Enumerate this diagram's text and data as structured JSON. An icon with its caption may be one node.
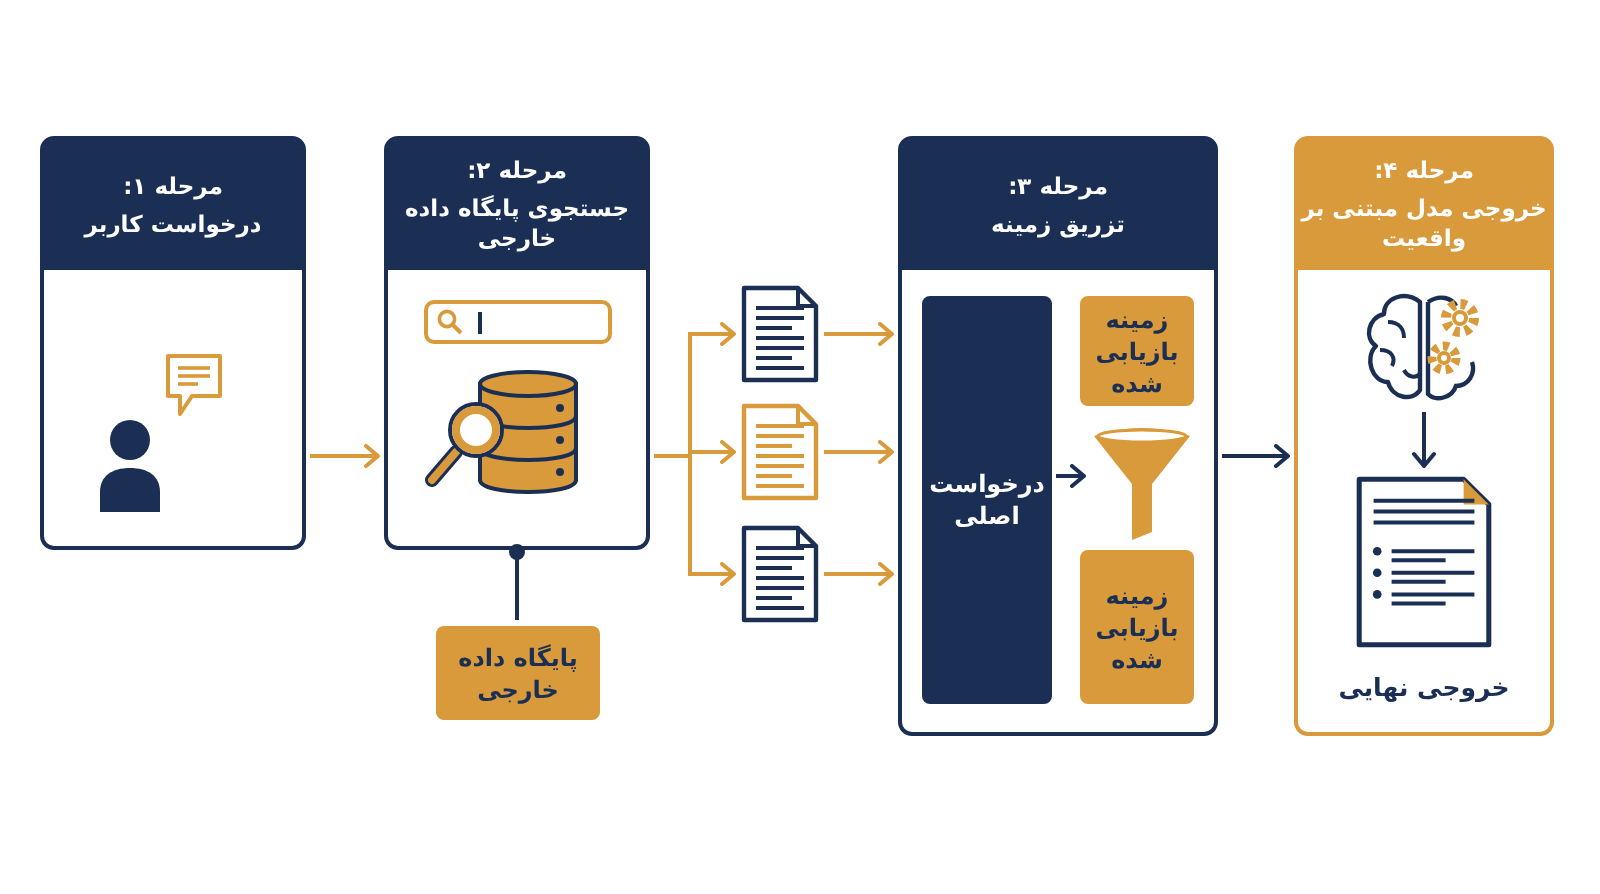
{
  "diagram": {
    "nodes": [
      {
        "text": [
          "مرحله ۱:",
          "درخواست کاربر"
        ]
      },
      {
        "text": [
          "مرحله ۲:",
          "جستجوی پایگاه داده خارجی"
        ]
      },
      {
        "text": [
          "پایگاه داده خارجی"
        ]
      },
      {
        "text": [],
        "shape": "document"
      },
      {
        "text": [],
        "shape": "document"
      },
      {
        "text": [],
        "shape": "document"
      },
      {
        "text": [
          "مرحله ۳:",
          "تزریق زمینه"
        ]
      },
      {
        "text": [
          "درخواست اصلی"
        ],
        "in": 6
      },
      {
        "text": [
          "زمینه بازیابی شده"
        ],
        "in": 6
      },
      {
        "text": [],
        "shape": "funnel",
        "in": 6
      },
      {
        "text": [
          "زمینه بازیابی شده"
        ],
        "in": 6
      },
      {
        "text": [
          "مرحله ۴:",
          "خروجی مدل مبتنی بر واقعیت"
        ]
      },
      {
        "text": [],
        "shape": "brain",
        "in": 11
      },
      {
        "text": [
          "خروجی نهایی"
        ],
        "in": 11
      }
    ],
    "edges": [
      {
        "from": 0,
        "to": 1,
        "arrow": "to"
      },
      {
        "from": 1,
        "to": 2,
        "arrow": "other",
        "color": "#1b2f55"
      },
      {
        "from": 1,
        "to": 3,
        "arrow": "to"
      },
      {
        "from": 1,
        "to": 4,
        "arrow": "to"
      },
      {
        "from": 1,
        "to": 5,
        "arrow": "to"
      },
      {
        "from": 3,
        "to": 6,
        "arrow": "to"
      },
      {
        "from": 4,
        "to": 6,
        "arrow": "to"
      },
      {
        "from": 5,
        "to": 6,
        "arrow": "to"
      },
      {
        "from": 7,
        "to": 9,
        "arrow": "to",
        "color": "#1b2f55"
      },
      {
        "from": 6,
        "to": 11,
        "arrow": "to",
        "color": "#1b2f55"
      },
      {
        "from": 12,
        "to": 13,
        "arrow": "to",
        "color": "#1b2f55"
      }
    ]
  }
}
